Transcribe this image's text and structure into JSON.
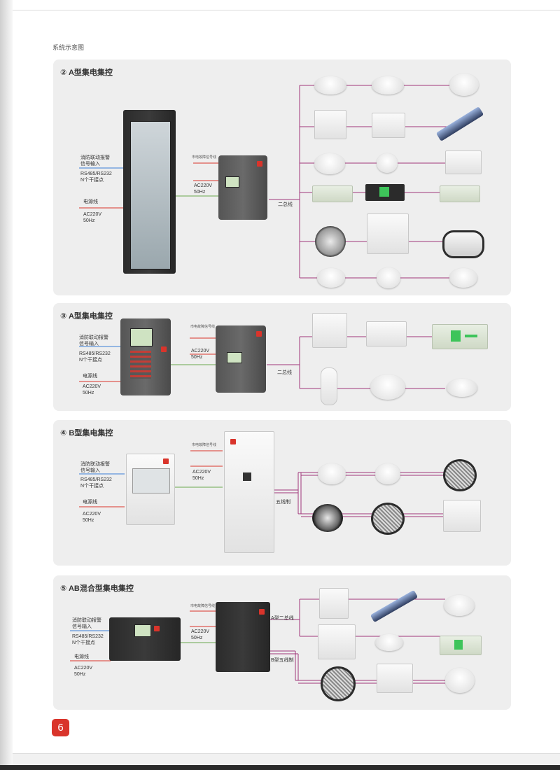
{
  "page": {
    "title": "系统示意图",
    "page_number": "6"
  },
  "common": {
    "fire_signal": "消防联动报警\n信号输入",
    "rs_label": "RS485/RS232\nN个干接点",
    "power_label": "电源线",
    "ac_label": "AC220V\n50Hz",
    "mains_signal": "市电故障信号线"
  },
  "sections": [
    {
      "title": "② A型集电集控",
      "bus": "二总线"
    },
    {
      "title": "③ A型集电集控",
      "bus": "二总线"
    },
    {
      "title": "④ B型集电集控",
      "bus": "五线制"
    },
    {
      "title": "⑤ AB混合型集电集控",
      "bus_a": "A型二总线",
      "bus_b": "B型五线制"
    }
  ],
  "colors": {
    "accent": "#d9342b",
    "wire_purple": "#a0357a",
    "wire_blue": "#3b7fd6",
    "wire_red": "#d9342b",
    "wire_green": "#6aa84f",
    "panel_bg": "#eeeeee"
  },
  "icons": [
    "exit-sign-icon",
    "ceiling-lamp-icon",
    "twin-spot-lamp-icon",
    "tube-light-icon",
    "bulkhead-lamp-icon",
    "round-exit-lamp-icon",
    "floodlight-icon"
  ]
}
